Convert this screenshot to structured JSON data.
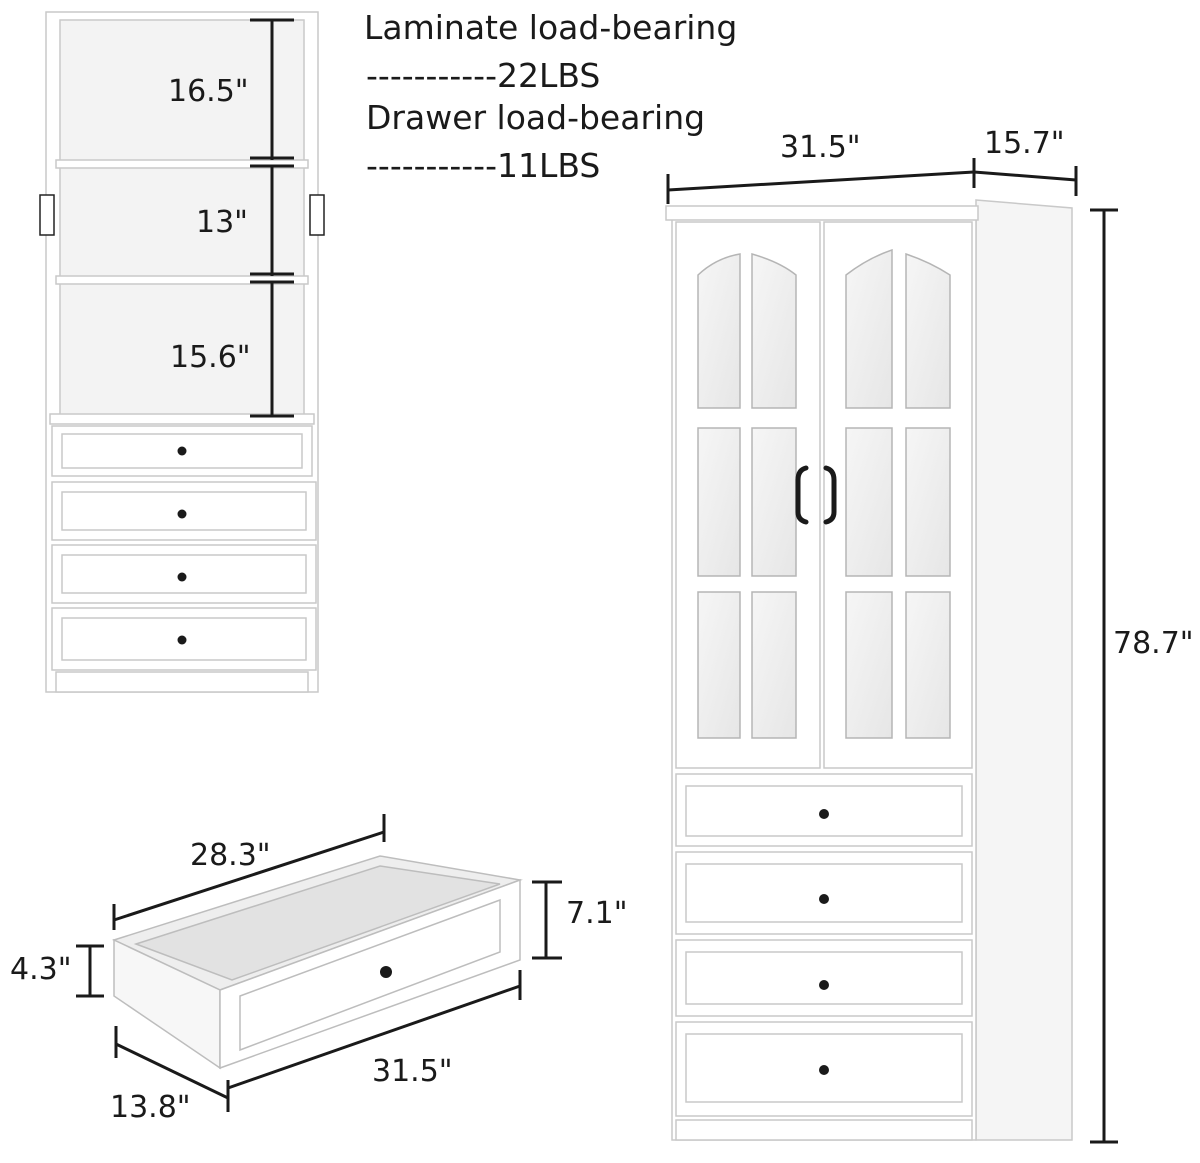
{
  "load_notes": {
    "laminate_label": "Laminate load-bearing",
    "laminate_value": "-----------22LBS",
    "drawer_label": "Drawer load-bearing",
    "drawer_value": "-----------11LBS"
  },
  "shelf_dimensions": {
    "top_shelf": "16.5\"",
    "middle_shelf": "13\"",
    "bottom_shelf": "15.6\""
  },
  "cabinet_dimensions": {
    "width": "31.5\"",
    "depth": "15.7\"",
    "height": "78.7\""
  },
  "drawer_dimensions": {
    "inner_width": "28.3\"",
    "height": "7.1\"",
    "inner_height": "4.3\"",
    "depth": "13.8\"",
    "outer_width": "31.5\""
  },
  "colors": {
    "cabinet_white": "#ffffff",
    "panel_stroke": "#c9c9c9",
    "interior_shade": "#f1f1f1",
    "glass": "#ededed",
    "dimension_line": "#1a1a1a",
    "knob": "#1a1a1a"
  }
}
